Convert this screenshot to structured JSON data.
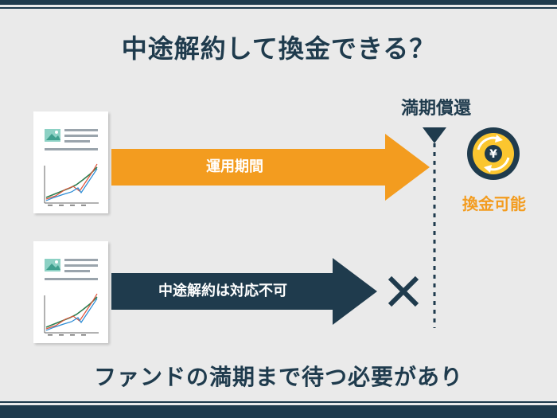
{
  "title": "中途解約して換金できる？",
  "maturity_label": "満期償還",
  "flows": [
    {
      "label": "運用期間",
      "color": "#f39c1f"
    },
    {
      "label": "中途解約は対応不可",
      "color": "#1f3b4d"
    }
  ],
  "possible_label": "換金可能",
  "footer": "ファンドの満期まで待つ必要があり",
  "colors": {
    "navy": "#1f3b4d",
    "orange": "#f39c1f",
    "background": "#eaeaea",
    "coin": "#fbc62f"
  },
  "icons": [
    "document-icon",
    "yen-coin-icon",
    "cross-icon"
  ]
}
